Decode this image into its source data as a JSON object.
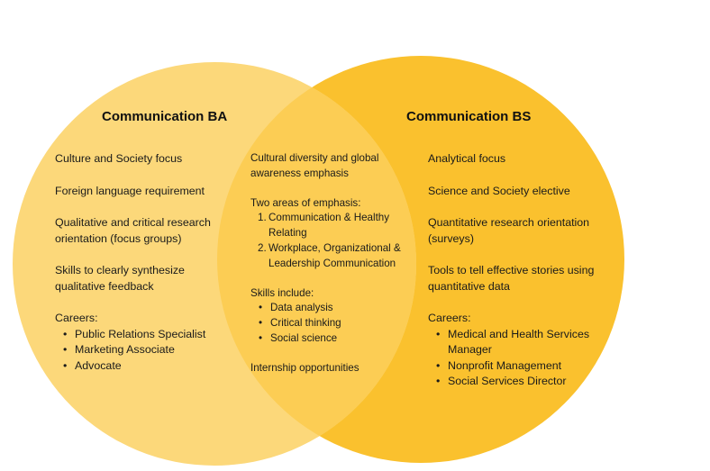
{
  "colors": {
    "left_circle": "#fcd87a",
    "right_circle": "#fac12e",
    "overlap": "#fccd54"
  },
  "left": {
    "title": "Communication BA",
    "items": [
      "Culture and Society focus",
      "Foreign language requirement",
      "Qualitative and critical research orientation (focus groups)",
      "Skills to clearly synthesize qualitative feedback"
    ],
    "careers_label": "Careers:",
    "careers": [
      "Public Relations Specialist",
      "Marketing Associate",
      "Advocate"
    ]
  },
  "middle": {
    "item1": "Cultural diversity and global awareness emphasis",
    "emphasis_label": "Two areas of emphasis:",
    "emphasis": [
      {
        "n": "1.",
        "text": "Communication & Healthy Relating"
      },
      {
        "n": "2.",
        "text": "Workplace, Organizational & Leadership Communication"
      }
    ],
    "skills_label": "Skills include:",
    "skills": [
      "Data analysis",
      "Critical thinking",
      "Social science"
    ],
    "last": "Internship opportunities"
  },
  "right": {
    "title": "Communication BS",
    "items": [
      "Analytical focus",
      "Science and Society elective",
      "Quantitative research orientation (surveys)",
      "Tools to tell effective stories using quantitative data"
    ],
    "careers_label": "Careers:",
    "careers": [
      "Medical and Health Services Manager",
      "Nonprofit Management",
      "Social Services Director"
    ]
  }
}
